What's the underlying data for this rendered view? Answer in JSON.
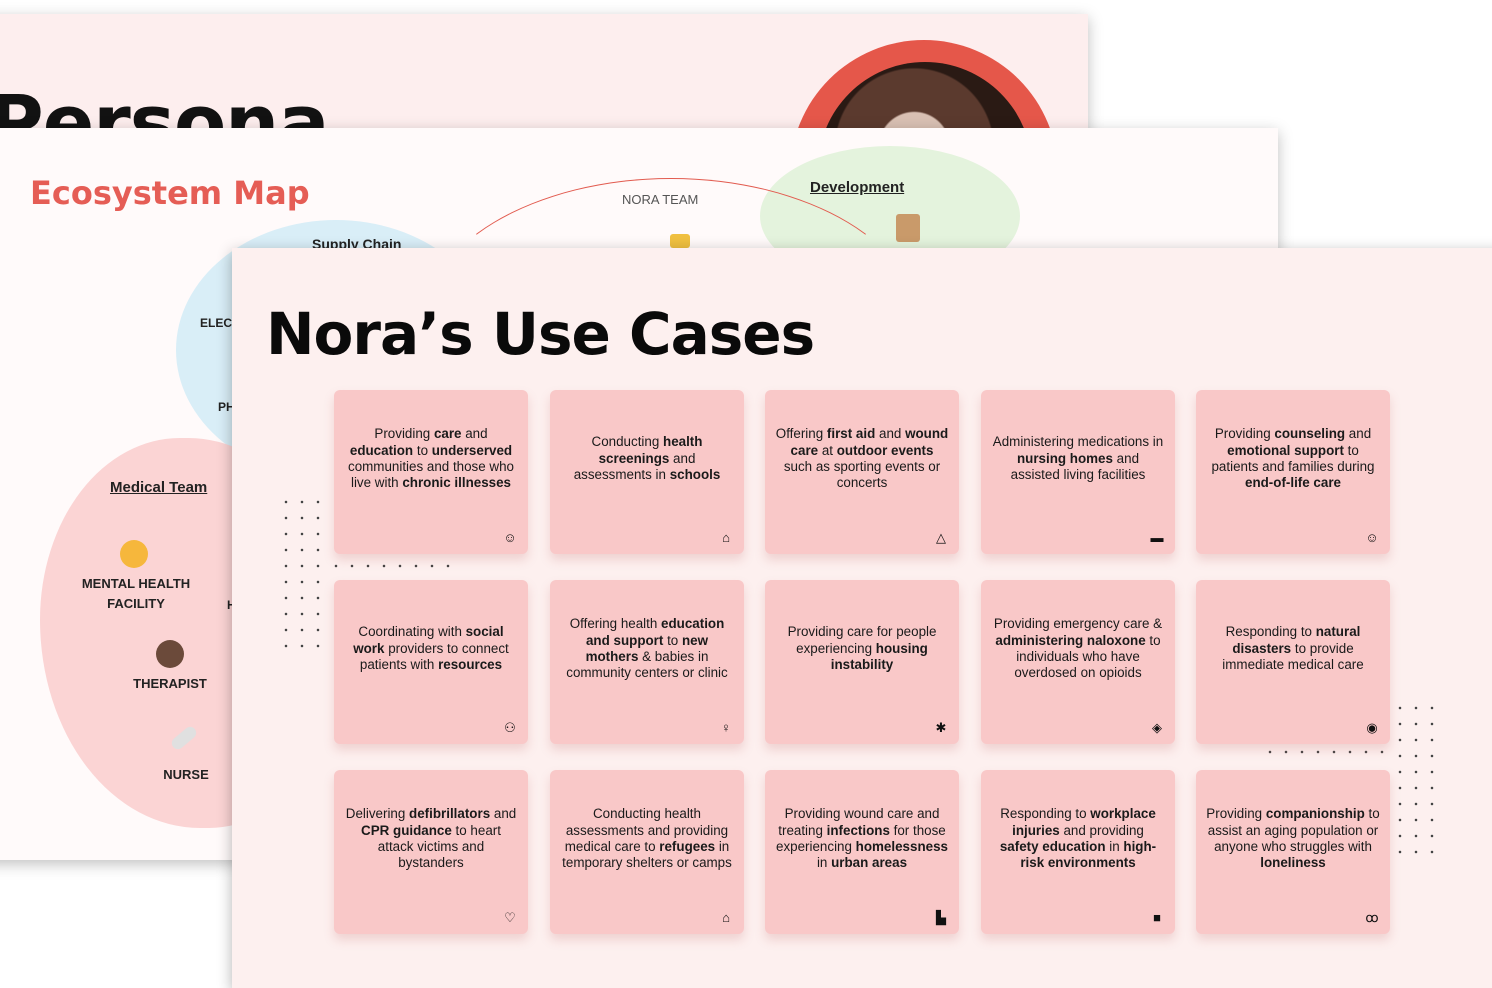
{
  "persona_slide": {
    "title": "Persona"
  },
  "ecosystem_slide": {
    "title": "Ecosystem Map",
    "nora_team": "NORA TEAM",
    "development": "Development",
    "supply_chain": "Supply Chain",
    "elec": "ELEC",
    "ph": "PH",
    "medical_team": "Medical Team",
    "mental_health": "MENTAL HEALTH FACILITY",
    "therapist": "THERAPIST",
    "nurse": "NURSE",
    "h": "H"
  },
  "use_cases": {
    "title": "Nora’s Use Cases",
    "cards": [
      {
        "icon": "ai-face-icon",
        "glyph": "☺",
        "parts": [
          {
            "t": "Providing ",
            "b": false
          },
          {
            "t": "care",
            "b": true
          },
          {
            "t": " and ",
            "b": false
          },
          {
            "t": "education",
            "b": true
          },
          {
            "t": " to ",
            "b": false
          },
          {
            "t": "underserved",
            "b": true
          },
          {
            "t": " communities and those who live with ",
            "b": false
          },
          {
            "t": "chronic illnesses",
            "b": true
          }
        ]
      },
      {
        "icon": "school-icon",
        "glyph": "⌂",
        "parts": [
          {
            "t": "Conducting ",
            "b": false
          },
          {
            "t": "health screenings",
            "b": true
          },
          {
            "t": " and assessments in ",
            "b": false
          },
          {
            "t": "schools",
            "b": true
          }
        ]
      },
      {
        "icon": "tent-icon",
        "glyph": "△",
        "parts": [
          {
            "t": "Offering ",
            "b": false
          },
          {
            "t": "first aid",
            "b": true
          },
          {
            "t": " and ",
            "b": false
          },
          {
            "t": "wound care",
            "b": true
          },
          {
            "t": " at ",
            "b": false
          },
          {
            "t": "outdoor events",
            "b": true
          },
          {
            "t": " such as sporting events or concerts",
            "b": false
          }
        ]
      },
      {
        "icon": "medkit-icon",
        "glyph": "▬",
        "parts": [
          {
            "t": "Administering medications in ",
            "b": false
          },
          {
            "t": "nursing homes",
            "b": true
          },
          {
            "t": " and assisted living facilities",
            "b": false
          }
        ]
      },
      {
        "icon": "smile-icon",
        "glyph": "☺",
        "parts": [
          {
            "t": "Providing ",
            "b": false
          },
          {
            "t": "counseling",
            "b": true
          },
          {
            "t": " and ",
            "b": false
          },
          {
            "t": "emotional support",
            "b": true
          },
          {
            "t": " to patients and families during ",
            "b": false
          },
          {
            "t": "end-of-life care",
            "b": true
          }
        ]
      },
      {
        "icon": "people-icon",
        "glyph": "⚇",
        "parts": [
          {
            "t": "Coordinating with ",
            "b": false
          },
          {
            "t": "social work",
            "b": true
          },
          {
            "t": " providers to connect patients with ",
            "b": false
          },
          {
            "t": "resources",
            "b": true
          }
        ]
      },
      {
        "icon": "mother-child-icon",
        "glyph": "♀",
        "parts": [
          {
            "t": "Offering health ",
            "b": false
          },
          {
            "t": "education and support",
            "b": true
          },
          {
            "t": " to ",
            "b": false
          },
          {
            "t": "new mothers",
            "b": true
          },
          {
            "t": " & babies in community centers or clinic",
            "b": false
          }
        ]
      },
      {
        "icon": "house-person-icon",
        "glyph": "✱",
        "parts": [
          {
            "t": "Providing care for people experiencing ",
            "b": false
          },
          {
            "t": "housing instability",
            "b": true
          }
        ]
      },
      {
        "icon": "pill-icon",
        "glyph": "◈",
        "parts": [
          {
            "t": "Providing emergency care & ",
            "b": false
          },
          {
            "t": "administering naloxone",
            "b": true
          },
          {
            "t": " to individuals who have overdosed on opioids",
            "b": false
          }
        ]
      },
      {
        "icon": "storm-icon",
        "glyph": "◉",
        "parts": [
          {
            "t": "Responding to ",
            "b": false
          },
          {
            "t": "natural disasters",
            "b": true
          },
          {
            "t": " to provide immediate medical care",
            "b": false
          }
        ]
      },
      {
        "icon": "heart-pulse-icon",
        "glyph": "♡",
        "parts": [
          {
            "t": "Delivering ",
            "b": false
          },
          {
            "t": "defibrillators",
            "b": true
          },
          {
            "t": " and ",
            "b": false
          },
          {
            "t": "CPR guidance",
            "b": true
          },
          {
            "t": " to heart attack victims and bystanders",
            "b": false
          }
        ]
      },
      {
        "icon": "shelter-icon",
        "glyph": "⌂",
        "parts": [
          {
            "t": "Conducting health assessments and providing medical care to ",
            "b": false
          },
          {
            "t": "refugees",
            "b": true
          },
          {
            "t": " in temporary shelters or camps",
            "b": false
          }
        ]
      },
      {
        "icon": "city-icon",
        "glyph": "▙",
        "parts": [
          {
            "t": "Providing wound care and treating ",
            "b": false
          },
          {
            "t": "infections",
            "b": true
          },
          {
            "t": " for those experiencing ",
            "b": false
          },
          {
            "t": "homelessness",
            "b": true
          },
          {
            "t": " in ",
            "b": false
          },
          {
            "t": "urban areas",
            "b": true
          }
        ]
      },
      {
        "icon": "briefcase-icon",
        "glyph": "■",
        "parts": [
          {
            "t": "Responding to ",
            "b": false
          },
          {
            "t": "workplace injuries",
            "b": true
          },
          {
            "t": " and providing ",
            "b": false
          },
          {
            "t": "safety education",
            "b": true
          },
          {
            "t": " in ",
            "b": false
          },
          {
            "t": "high-risk environments",
            "b": true
          }
        ]
      },
      {
        "icon": "group-icon",
        "glyph": "ꝏ",
        "parts": [
          {
            "t": "Providing ",
            "b": false
          },
          {
            "t": "companionship",
            "b": true
          },
          {
            "t": " to assist an aging population or anyone who struggles with ",
            "b": false
          },
          {
            "t": "loneliness",
            "b": true
          }
        ]
      }
    ]
  }
}
